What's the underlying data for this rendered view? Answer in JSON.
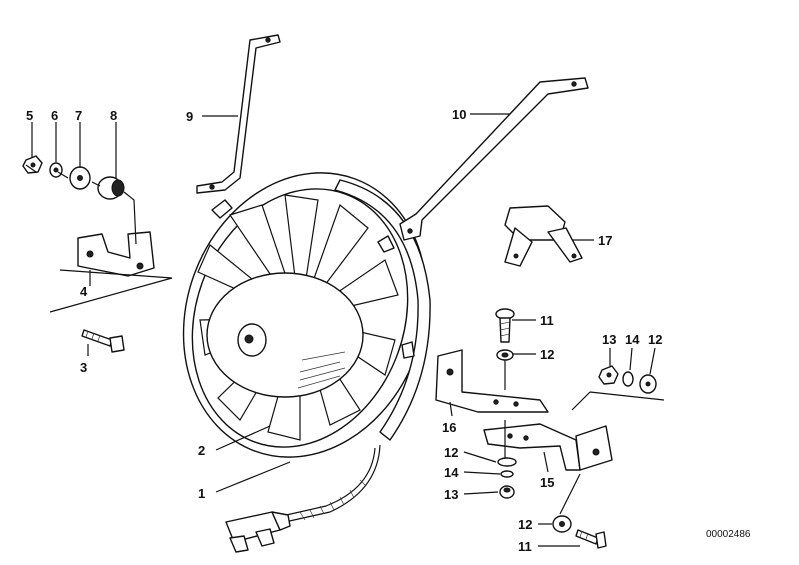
{
  "callouts": {
    "c1": "1",
    "c2": "2",
    "c3": "3",
    "c4": "4",
    "c5": "5",
    "c6": "6",
    "c7": "7",
    "c8": "8",
    "c9": "9",
    "c10": "10",
    "c11a": "11",
    "c11b": "11",
    "c12a": "12",
    "c12b": "12",
    "c12c": "12",
    "c12d": "12",
    "c13a": "13",
    "c13b": "13",
    "c14a": "14",
    "c14b": "14",
    "c15": "15",
    "c16": "16",
    "c17": "17"
  },
  "doc_number": "00002486",
  "icons": {
    "fan": "auxiliary-fan-icon",
    "relay": "relay-holder-icon",
    "connector": "plug-connector-icon"
  }
}
